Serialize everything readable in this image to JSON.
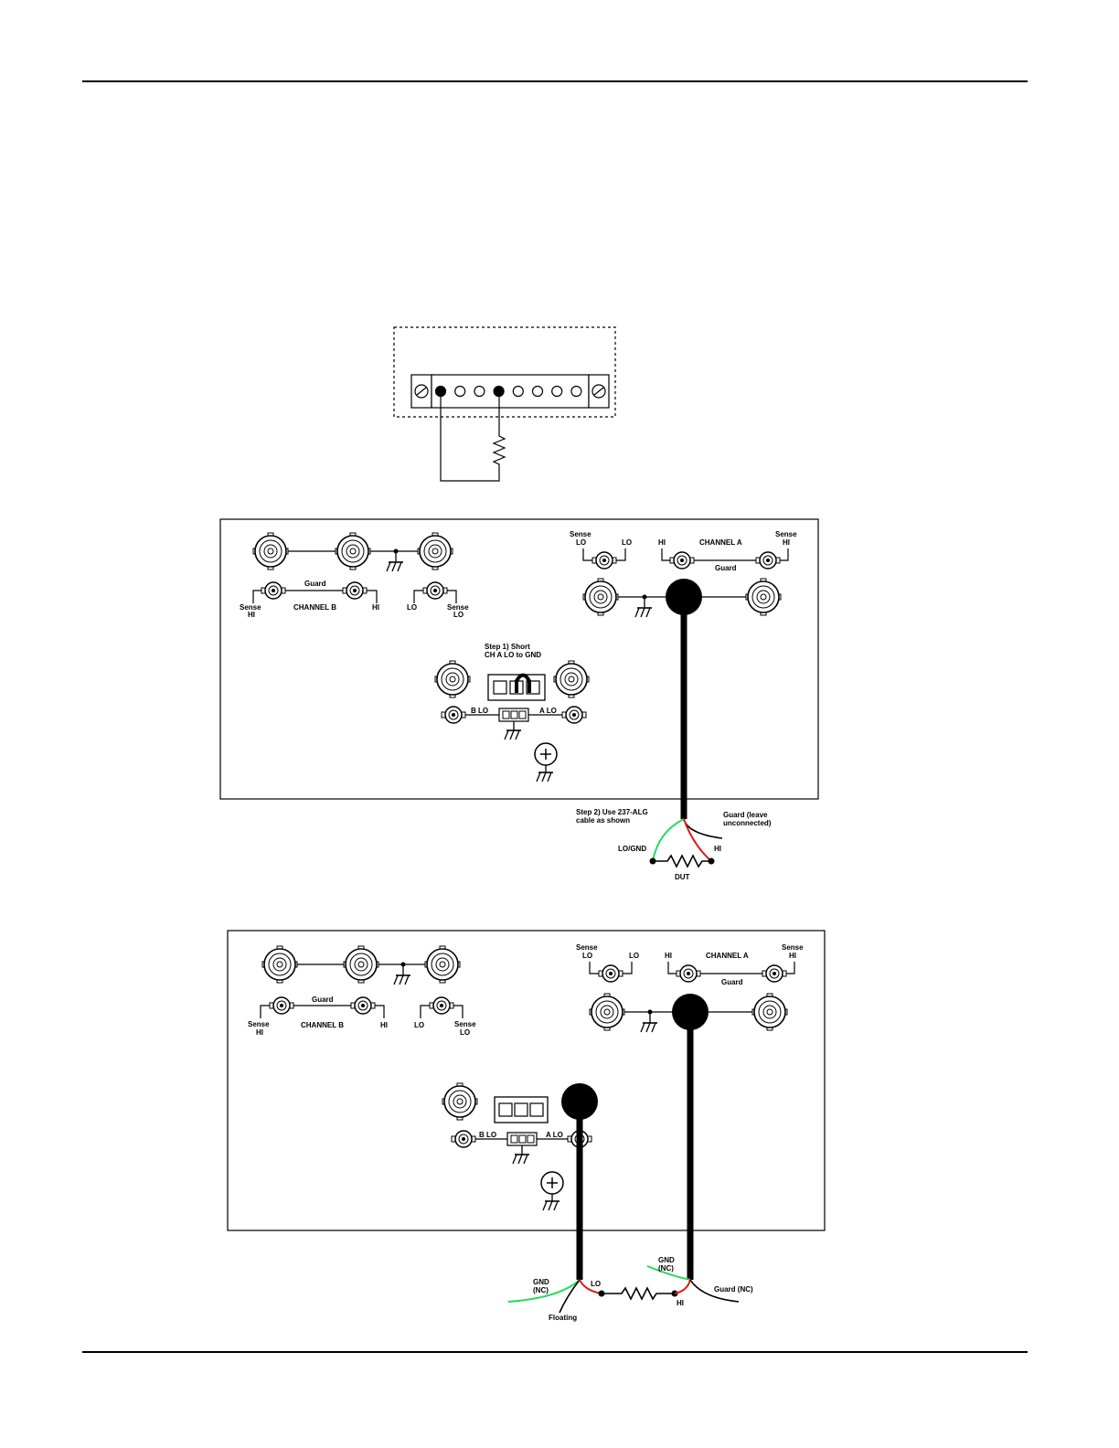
{
  "fig_top": {
    "terminals_total": 8,
    "terminals_filled": [
      1,
      4
    ]
  },
  "fig_mid": {
    "sense_lo_a": [
      "Sense",
      "LO"
    ],
    "lo_a": "LO",
    "hi_a": "HI",
    "channel_a": "CHANNEL A",
    "sense_hi_a": [
      "Sense",
      "HI"
    ],
    "guard_a": "Guard",
    "guard_b": "Guard",
    "sense_hi_b": [
      "Sense",
      "HI"
    ],
    "channel_b": "CHANNEL B",
    "hi_b": "HI",
    "lo_b": "LO",
    "sense_lo_b": [
      "Sense",
      "LO"
    ],
    "step1": [
      "Step 1) Short",
      "CH A LO to GND"
    ],
    "b_lo": "B LO",
    "a_lo": "A LO",
    "step2": [
      "Step 2) Use 237-ALG",
      "cable as shown"
    ],
    "guard_leave": [
      "Guard (leave",
      "unconnected)"
    ],
    "lo_gnd": "LO/GND",
    "hi_wire": "HI",
    "dut": "DUT"
  },
  "fig_bot": {
    "sense_lo_a": [
      "Sense",
      "LO"
    ],
    "lo_a": "LO",
    "hi_a": "HI",
    "channel_a": "CHANNEL A",
    "sense_hi_a": [
      "Sense",
      "HI"
    ],
    "guard_a": "Guard",
    "guard_b": "Guard",
    "sense_hi_b": [
      "Sense",
      "HI"
    ],
    "channel_b": "CHANNEL B",
    "hi_b": "HI",
    "lo_b": "LO",
    "sense_lo_b": [
      "Sense",
      "LO"
    ],
    "b_lo": "B LO",
    "a_lo": "A LO",
    "gnd_nc_left": [
      "GND",
      "(NC)"
    ],
    "lo_wire": "LO",
    "floating": "Floating",
    "hi_wire": "HI",
    "gnd_nc_right": [
      "GND",
      "(NC)"
    ],
    "guard_nc": "Guard (NC)"
  },
  "colors": {
    "lo_wire": "#22dd55",
    "hi_wire": "#e01818",
    "cable": "#000000"
  }
}
